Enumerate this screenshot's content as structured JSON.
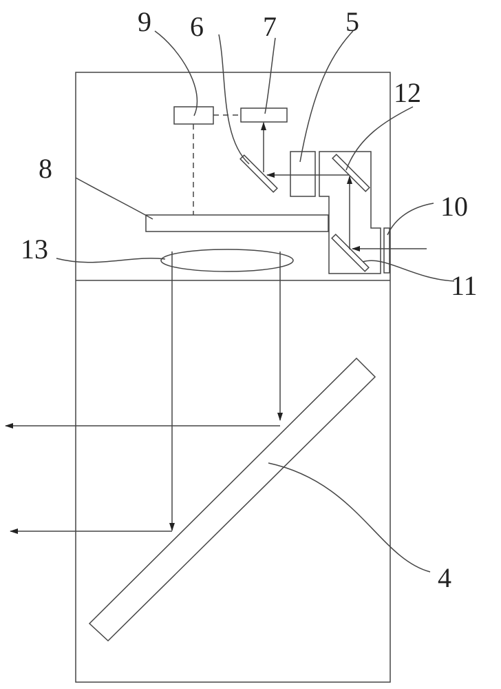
{
  "labels": {
    "l9": "9",
    "l6": "6",
    "l7": "7",
    "l5": "5",
    "l12": "12",
    "l8": "8",
    "l13": "13",
    "l10": "10",
    "l11": "11",
    "l4": "4"
  },
  "colors": {
    "line": "#444444",
    "background": "#ffffff"
  }
}
